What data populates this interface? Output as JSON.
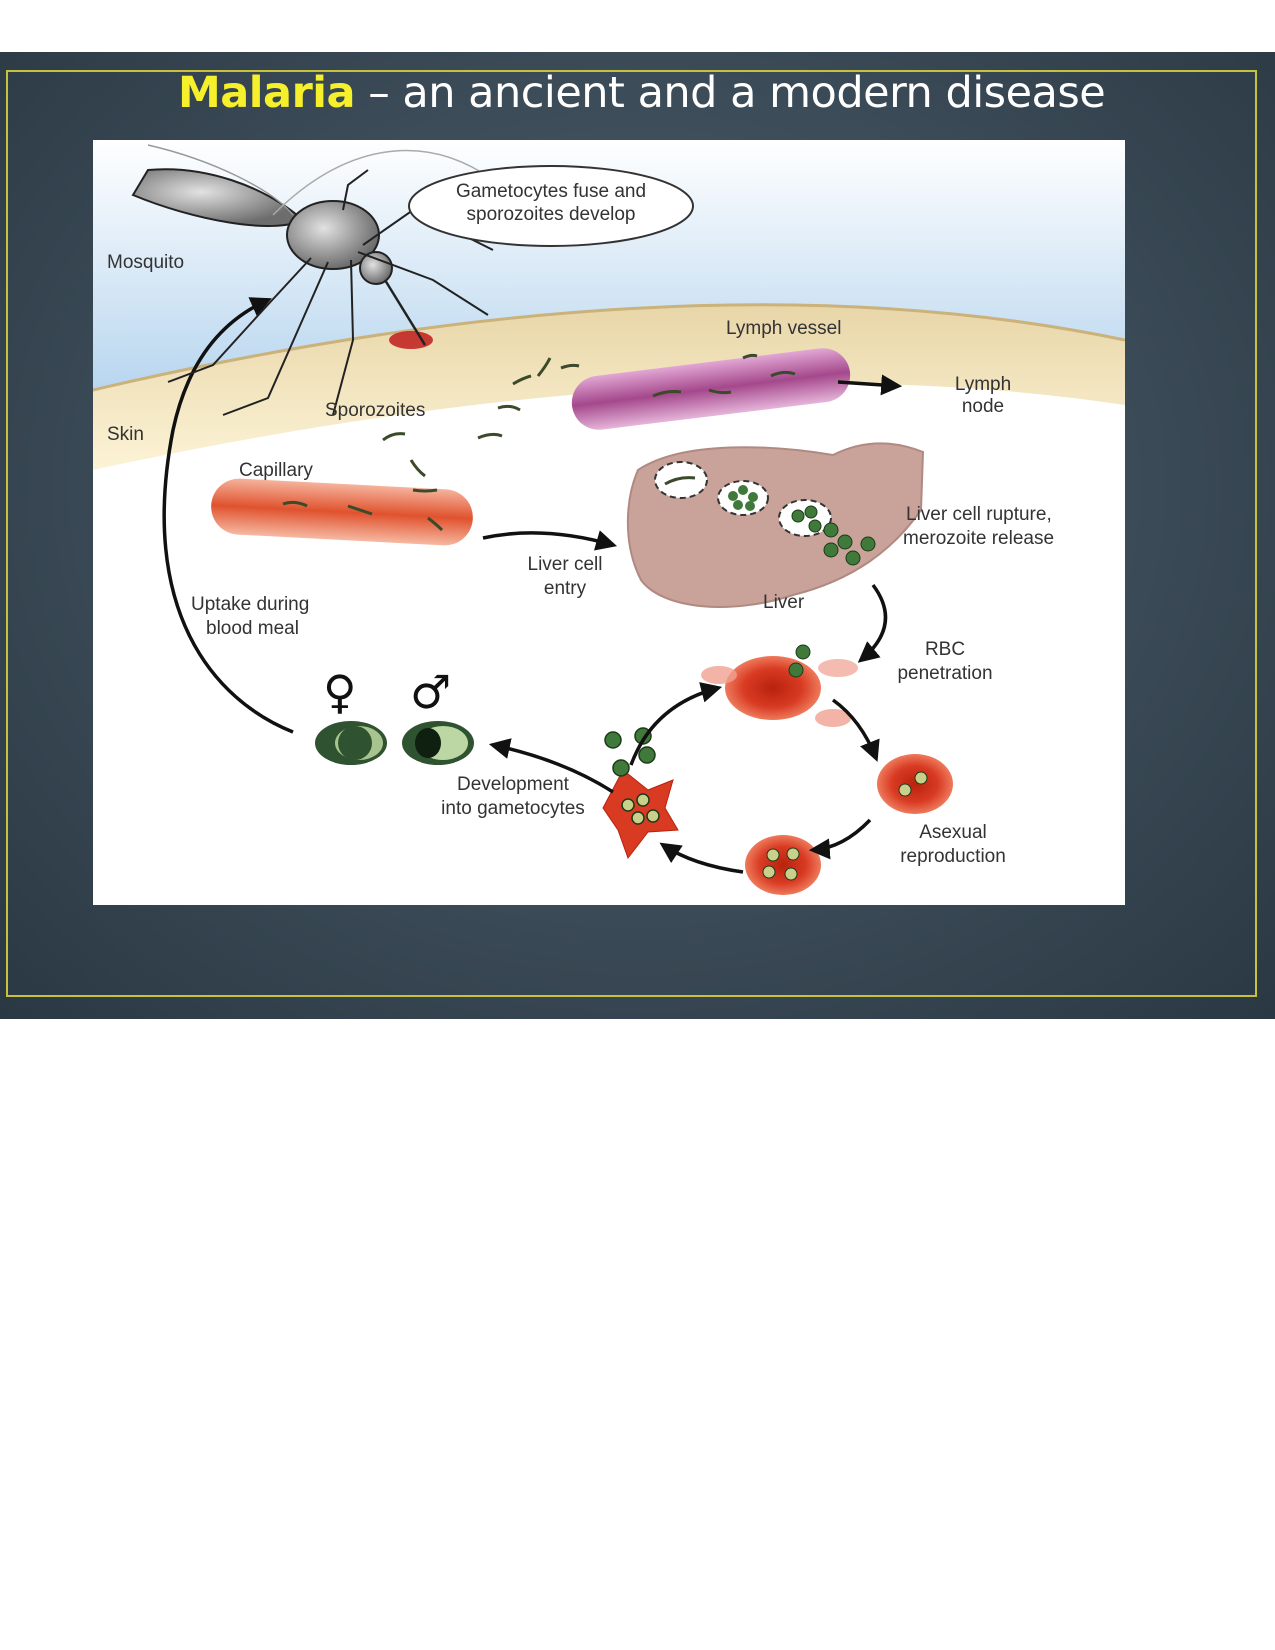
{
  "slide": {
    "title_highlight": "Malaria",
    "title_rest": " – an ancient and a modern disease"
  },
  "diagram": {
    "labels": {
      "mosquito": "Mosquito",
      "gametocytes_fuse_line1": "Gametocytes fuse and",
      "gametocytes_fuse_line2": "sporozoites develop",
      "lymph_vessel": "Lymph vessel",
      "lymph_node_line1": "Lymph",
      "lymph_node_line2": "node",
      "sporozoites": "Sporozoites",
      "skin": "Skin",
      "capillary": "Capillary",
      "liver_cell_entry_line1": "Liver cell",
      "liver_cell_entry_line2": "entry",
      "liver": "Liver",
      "liver_rupture_line1": "Liver cell rupture,",
      "liver_rupture_line2": "merozoite release",
      "uptake_line1": "Uptake during",
      "uptake_line2": "blood meal",
      "rbc_line1": "RBC",
      "rbc_line2": "penetration",
      "female_symbol": "♀",
      "male_symbol": "♂",
      "development_line1": "Development",
      "development_line2": "into gametocytes",
      "asexual_line1": "Asexual",
      "asexual_line2": "reproduction"
    },
    "colors": {
      "title_highlight": "#f6ef2b",
      "frame_border": "#c8c23a",
      "rbc": "#d83a22",
      "merozoite": "#3f7a3a",
      "lymph": "#a4488c",
      "liver": "#c9a29a"
    }
  }
}
